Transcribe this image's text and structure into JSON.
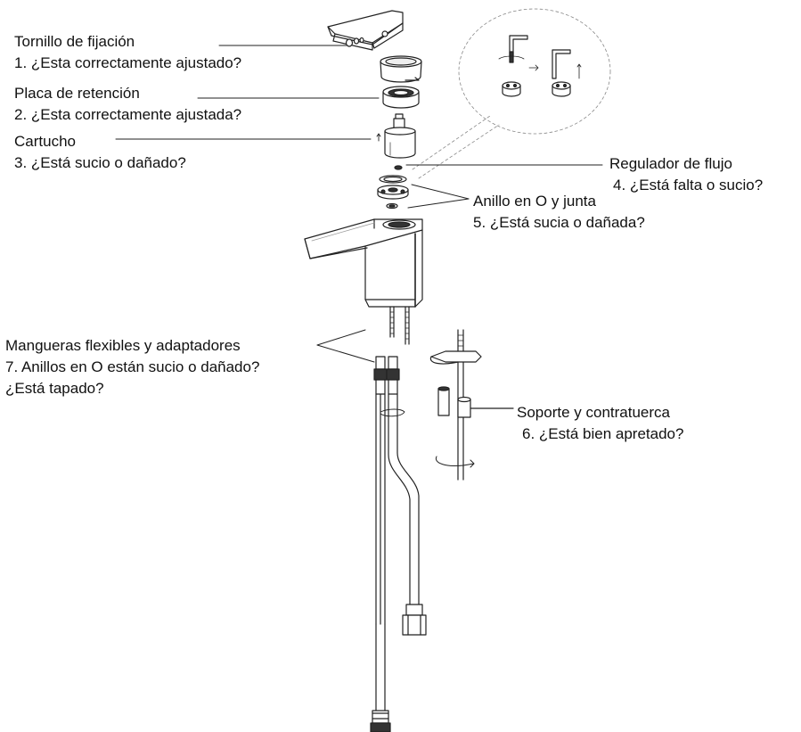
{
  "labels": {
    "screw": {
      "title": "Tornillo de fijación",
      "question": "1. ¿Esta correctamente ajustado?"
    },
    "plate": {
      "title": "Placa de retención",
      "question": "2. ¿Esta correctamente ajustada?"
    },
    "cartridge": {
      "title": "Cartucho",
      "question": "3. ¿Está sucio o dañado?"
    },
    "flow": {
      "title": "Regulador de flujo",
      "question": "4. ¿Está falta o sucio?"
    },
    "oring": {
      "title": "Anillo en O y junta",
      "question": "5. ¿Está sucia o dañada?"
    },
    "hoses": {
      "title": "Mangueras flexibles y adaptadores",
      "question": "7. Anillos en O están sucio o dañado?",
      "question2": "¿Está tapado?"
    },
    "support": {
      "title": "Soporte y contratuerca",
      "question": "6. ¿Está bien apretado?"
    }
  }
}
